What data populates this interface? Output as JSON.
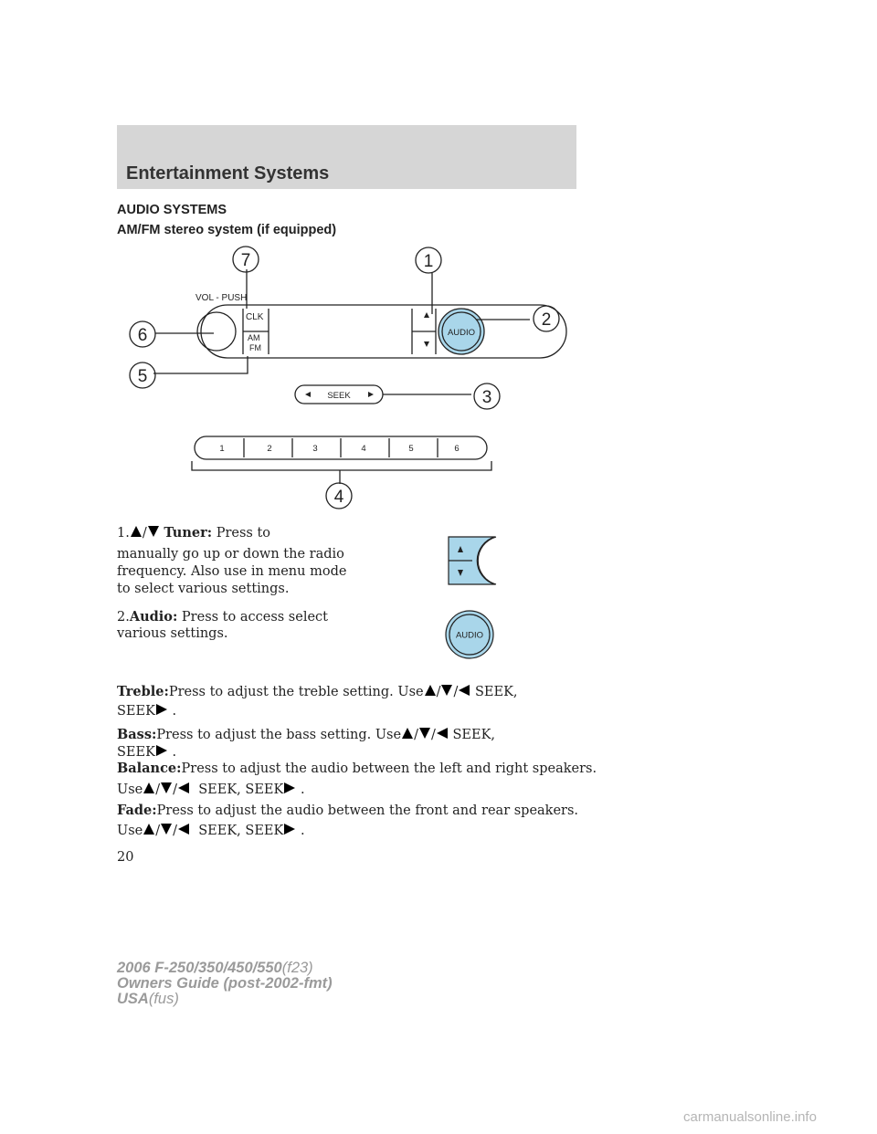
{
  "header": {
    "section_title": "Entertainment Systems"
  },
  "heading": "AUDIO SYSTEMS",
  "subheading": "AM/FM stereo system (if equipped)",
  "diagram": {
    "callouts": [
      "1",
      "2",
      "3",
      "4",
      "5",
      "6",
      "7"
    ],
    "vol_label": "VOL - PUSH",
    "clk_label": "CLK",
    "am_label": "AM",
    "fm_label": "FM",
    "audio_label": "AUDIO",
    "seek_label": "SEEK",
    "presets": [
      "1",
      "2",
      "3",
      "4",
      "5",
      "6"
    ]
  },
  "items": {
    "tuner_prefix": "1.",
    "tuner_label": "Tuner:",
    "tuner_line1": "Press to",
    "tuner_line2": "manually go up or down the radio",
    "tuner_line3": "frequency. Also use in menu mode",
    "tuner_line4": "to select various settings.",
    "audio_prefix": "2.",
    "audio_label": "Audio:",
    "audio_line1": "Press to access select",
    "audio_line2": "various settings.",
    "side_audio_label": "AUDIO"
  },
  "settings": {
    "treble_label": "Treble:",
    "treble_text": "Press to adjust the treble setting. Use",
    "bass_label": "Bass:",
    "bass_text": "Press to adjust the bass setting. Use",
    "balance_label": "Balance:",
    "balance_text": "Press to adjust the audio between the left and right speakers.",
    "fade_label": "Fade:",
    "fade_text": "Press to adjust the audio between the front and rear speakers.",
    "use_word": "Use",
    "seek_word": "SEEK,",
    "seek_pair": "SEEK, SEEK",
    "seek_word_alone": "SEEK",
    "slash": "/",
    "period": "."
  },
  "page_number": "20",
  "footer": {
    "model": "2006 F-250/350/450/550",
    "model_code": "(f23)",
    "guide": "Owners Guide (post-2002-fmt)",
    "market": "USA",
    "market_code": "(fus)"
  },
  "watermark": "carmanualsonline.info",
  "colors": {
    "header_band": "#d6d6d6",
    "button_fill": "#a9d6ea",
    "footer_text": "#9a9a9a"
  }
}
